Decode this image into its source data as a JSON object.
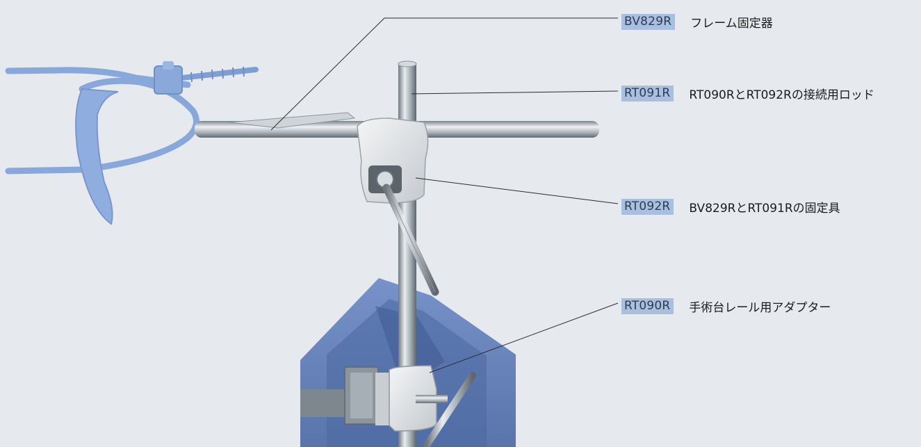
{
  "colors": {
    "background": "#e6eaee",
    "code_highlight": "#a9bfdf",
    "frame_blue": "#88a8dc",
    "table_blue": "#5a79b6",
    "steel": "#b7bec5"
  },
  "labels": [
    {
      "code": "BV829R",
      "text": "フレーム固定器"
    },
    {
      "code": "RT091R",
      "text": "RT090RとRT092Rの接続用ロッド"
    },
    {
      "code": "RT092R",
      "text": "BV829RとRT091Rの固定具"
    },
    {
      "code": "RT090R",
      "text": "手術台レール用アダプター"
    }
  ]
}
